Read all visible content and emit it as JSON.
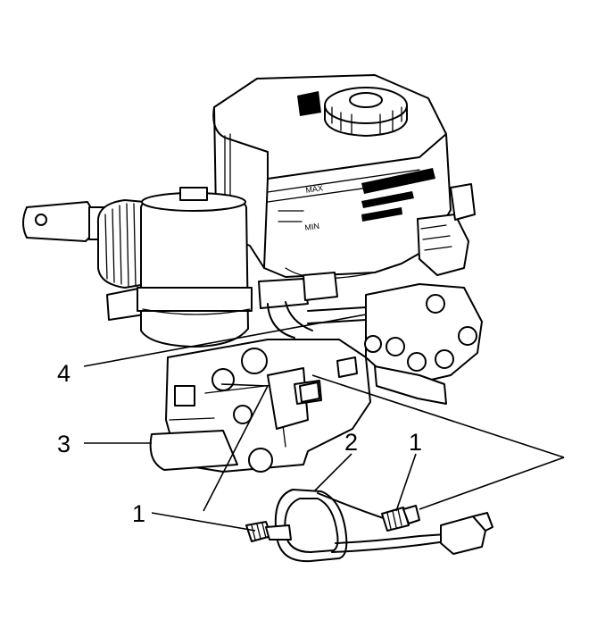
{
  "callouts": [
    {
      "id": "callout-1-right",
      "label": "1"
    },
    {
      "id": "callout-2",
      "label": "2"
    },
    {
      "id": "callout-1-left",
      "label": "1"
    },
    {
      "id": "callout-3",
      "label": "3"
    },
    {
      "id": "callout-4",
      "label": "4"
    }
  ],
  "reservoir_lettering": [
    "MAX",
    "MIN"
  ],
  "colors": {
    "line": "#000000",
    "background": "#ffffff"
  }
}
